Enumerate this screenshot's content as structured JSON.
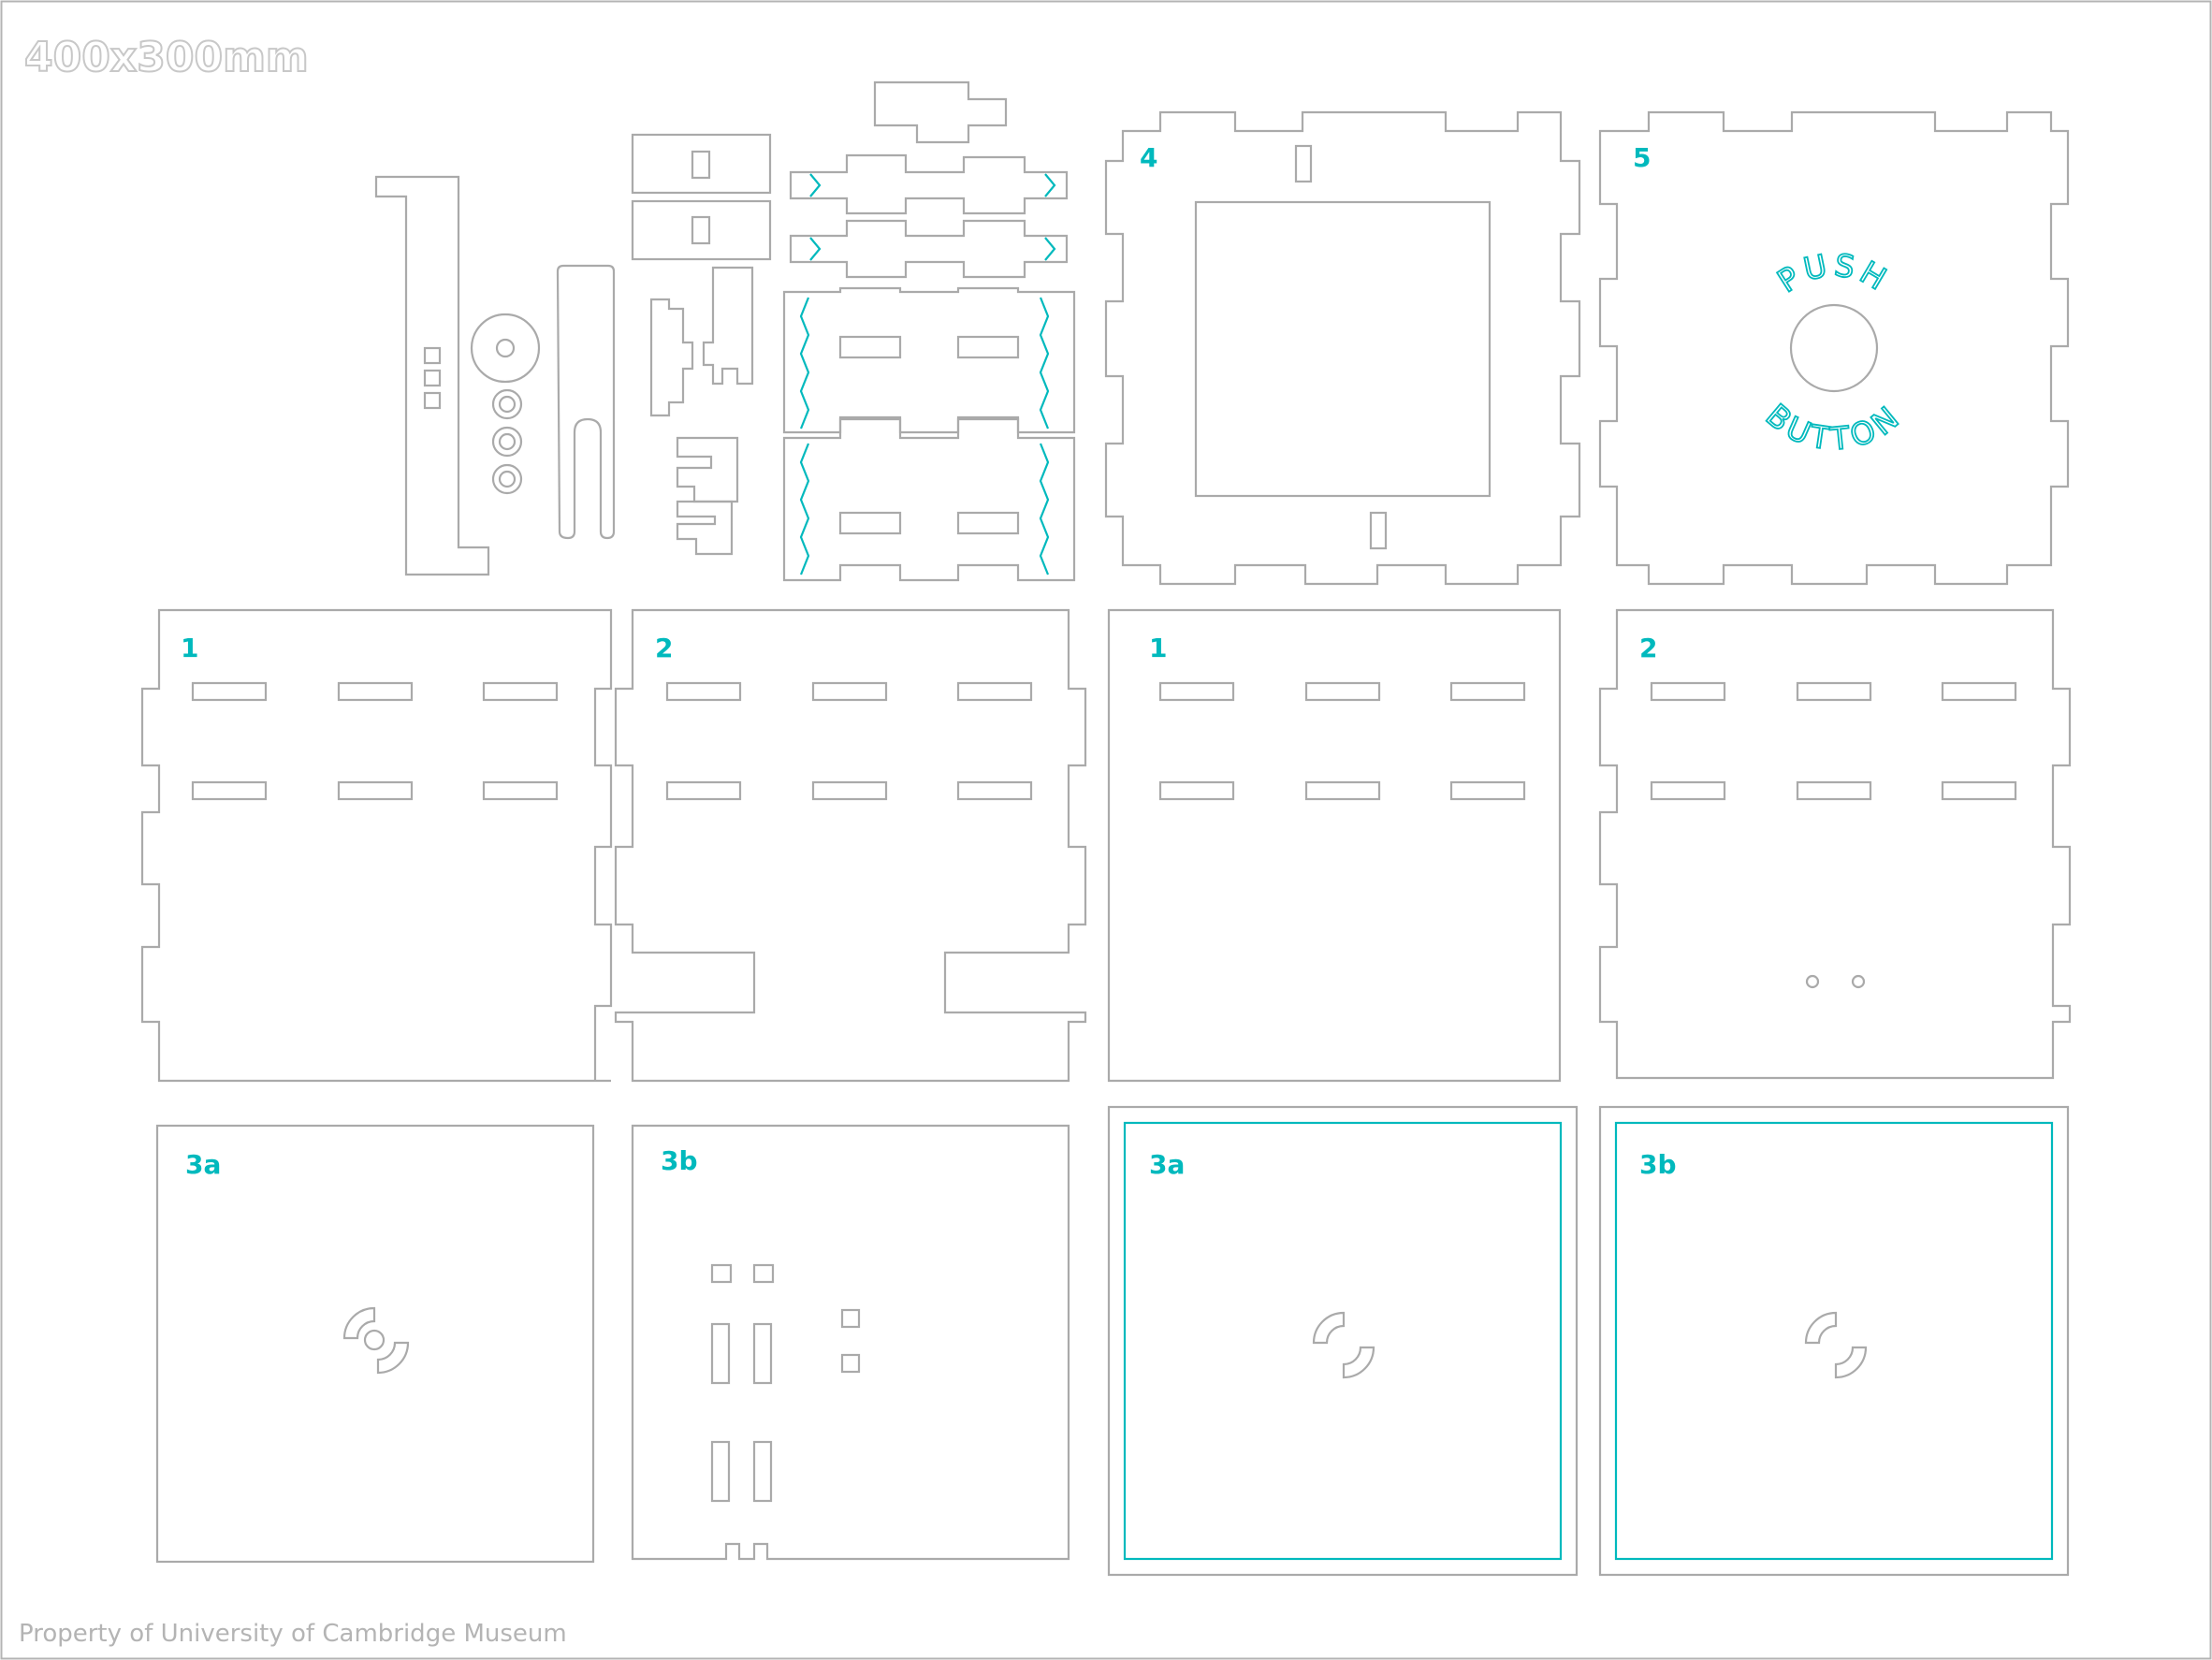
{
  "sheet": {
    "size_label": "400x300mm",
    "footer": "Property of University of Cambridge Museum",
    "engrave_color": "#00b9bd",
    "cut_color": "#aaaaaa"
  },
  "labels": {
    "p4": "4",
    "p5": "5",
    "p1a": "1",
    "p2a": "2",
    "p1b": "1",
    "p2b": "2",
    "p3a_a": "3a",
    "p3b_a": "3b",
    "p3a_b": "3a",
    "p3b_b": "3b"
  },
  "push_button": {
    "top": "PUSH",
    "bottom": "BUTTON"
  }
}
